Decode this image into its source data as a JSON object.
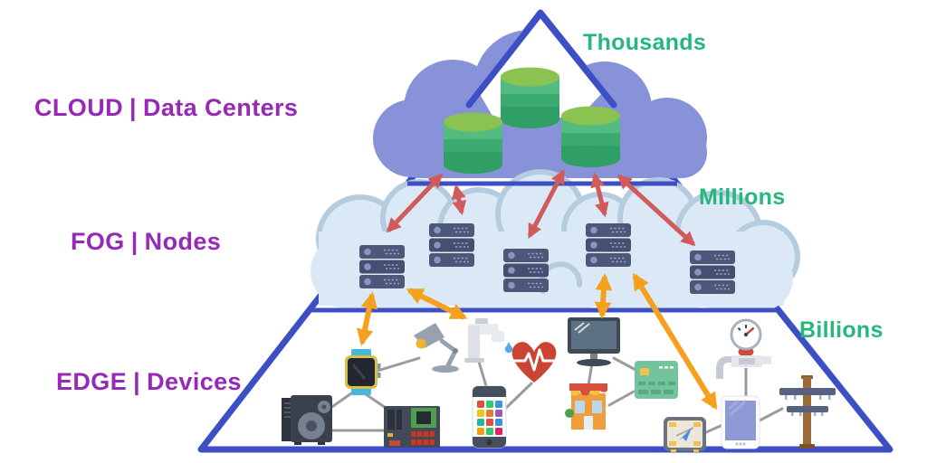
{
  "pyramid": {
    "layers": [
      {
        "name": "CLOUD",
        "separator": "|",
        "category": "Data Centers",
        "scale": "Thousands",
        "icon": "database-icon",
        "icon_count": 3
      },
      {
        "name": "FOG",
        "separator": "|",
        "category": "Nodes",
        "scale": "Millions",
        "icon": "server-stack-icon",
        "icon_count": 5
      },
      {
        "name": "EDGE",
        "separator": "|",
        "category": "Devices",
        "scale": "Billions",
        "icon": "device-icon",
        "icon_count": 14
      }
    ]
  },
  "edge_devices": [
    "smartwatch",
    "desk-lamp",
    "water-faucet",
    "heart-monitor",
    "smartphone-apps",
    "hard-drive",
    "motherboard",
    "computer-monitor",
    "store-front",
    "credit-card",
    "gps-navigator",
    "smart-water-meter",
    "mobile-phone",
    "utility-pole"
  ],
  "colors": {
    "label_purple": "#9629b5",
    "scale_green": "#26b87b",
    "pyramid_border": "#3d4fc4",
    "cloud_fill": "#8792d8",
    "fog_cloud_fill": "#dbe8f5",
    "fog_cloud_outline": "#b4ccde",
    "database_green_top": "#8ac352",
    "database_green_body": "#3bab72",
    "server_fill": "#4d5878",
    "cloud_fog_arrows": "#d15a5a",
    "fog_edge_arrows": "#f5a01e",
    "device_links": "#9b9b9b"
  }
}
